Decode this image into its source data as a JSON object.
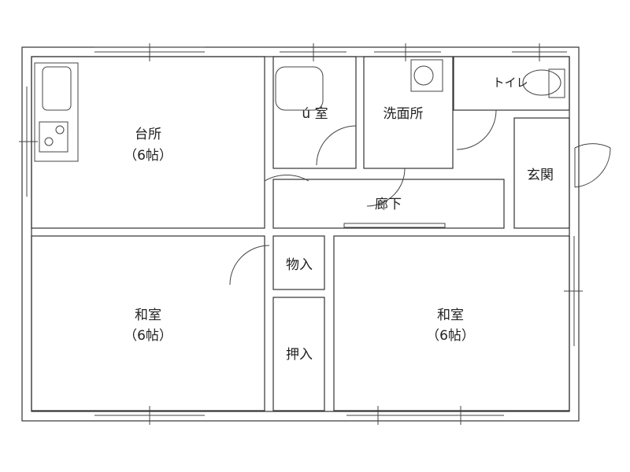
{
  "rooms": {
    "kitchen": {
      "name": "台所",
      "size": "（6帖）"
    },
    "bath": {
      "name": "ú 室"
    },
    "washroom": {
      "name": "洗面所"
    },
    "toilet": {
      "name": "トイレ"
    },
    "entrance": {
      "name": "玄関"
    },
    "hallway": {
      "name": "廊下"
    },
    "storage": {
      "name": "物入"
    },
    "closet": {
      "name": "押入"
    },
    "japanese_room_left": {
      "name": "和室",
      "size": "（6帖）"
    },
    "japanese_room_right": {
      "name": "和室",
      "size": "（6帖）"
    }
  }
}
